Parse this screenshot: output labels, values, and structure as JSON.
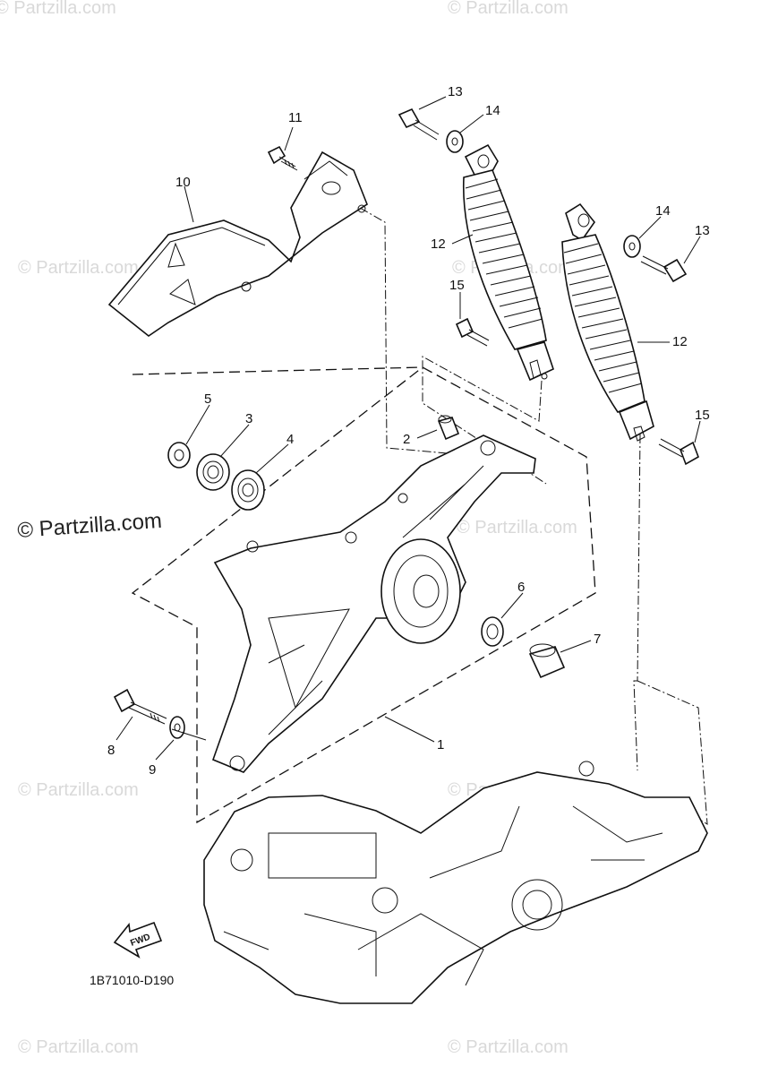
{
  "watermarks": {
    "text": "© Partzilla.com",
    "main_text": "© Partzilla.com"
  },
  "callouts": [
    "1",
    "2",
    "3",
    "4",
    "5",
    "6",
    "7",
    "8",
    "9",
    "10",
    "11",
    "12",
    "13",
    "14",
    "15",
    "12",
    "13",
    "14",
    "15"
  ],
  "labels": {
    "p1": "1",
    "p2": "2",
    "p3": "3",
    "p4": "4",
    "p5": "5",
    "p6": "6",
    "p7": "7",
    "p8": "8",
    "p9": "9",
    "p10": "10",
    "p11": "11",
    "p12a": "12",
    "p13a": "13",
    "p14a": "14",
    "p15a": "15",
    "p12b": "12",
    "p13b": "13",
    "p14b": "14",
    "p15b": "15"
  },
  "fwd_arrow_label": "FWD",
  "drawing_code": "1B71010-D190",
  "colors": {
    "ink": "#111111",
    "watermark": "#d9d9d9",
    "background": "#ffffff"
  }
}
